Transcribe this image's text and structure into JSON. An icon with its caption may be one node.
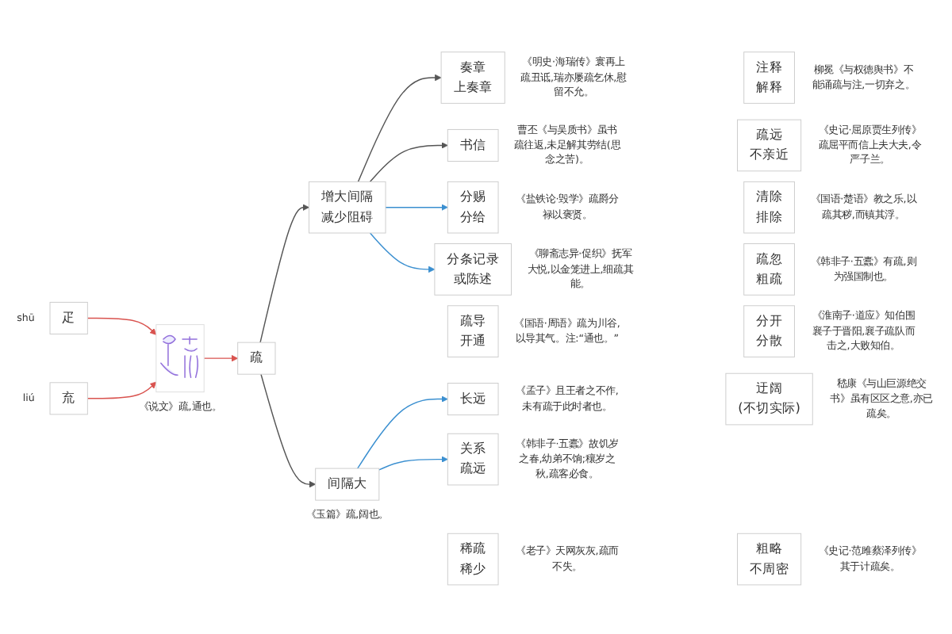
{
  "diagram": {
    "nodes": [
      {
        "text": [
          "疋"
        ],
        "beside": [
          "shū"
        ]
      },
      {
        "text": [
          "㐬"
        ],
        "beside": [
          "liú"
        ]
      },
      {
        "text": [],
        "shape": "picture",
        "beside": [
          "《说文》疏,通也。"
        ]
      },
      {
        "text": [
          "疏"
        ]
      },
      {
        "text": [
          "增大间隔",
          "减少阻碍"
        ]
      },
      {
        "text": [
          "间隔大"
        ],
        "beside": [
          "《玉篇》疏,阔也。"
        ]
      },
      {
        "text": [
          "疏导",
          "开通"
        ],
        "beside": [
          "《国语·周语》疏为川谷,以导其气。注:“通也。”"
        ]
      },
      {
        "text": [
          "分开",
          "分散"
        ],
        "beside": [
          "《淮南子·道应》知伯围襄子于晋阳,襄子疏队而击之,大败知伯。"
        ]
      },
      {
        "text": [
          "分赐",
          "分给"
        ],
        "beside": [
          "《盐铁论·毁学》疏爵分禄以褒贤。"
        ]
      },
      {
        "text": [
          "清除",
          "排除"
        ],
        "beside": [
          "《国语·楚语》教之乐,以疏其秽,而镇其浮。"
        ]
      },
      {
        "text": [
          "分条记录",
          "或陈述"
        ],
        "beside": [
          "《聊斋志异·促织》抚军大悦,以金笼进上,细疏其能。"
        ]
      },
      {
        "text": [
          "疏忽",
          "粗疏"
        ],
        "beside": [
          "《韩非子·五蠹》有疏,则为强国制也。"
        ]
      },
      {
        "text": [
          "注释",
          "解释"
        ],
        "beside": [
          "柳冕《与权德舆书》不能诵疏与注,一切弃之。"
        ]
      },
      {
        "text": [
          "疏远",
          "不亲近"
        ],
        "beside": [
          "《史记·屈原贾生列传》疏屈平而信上夫大夫,令严子兰。"
        ]
      },
      {
        "text": [
          "奏章",
          "上奏章"
        ],
        "beside": [
          "《明史·海瑞传》寰再上疏丑诋,瑞亦屡疏乞休,慰留不允。"
        ]
      },
      {
        "text": [
          "书信"
        ],
        "beside": [
          "曹丕《与吴质书》虽书疏往返,未足解其劳结(思念之苦)。"
        ]
      },
      {
        "text": [
          "稀疏",
          "稀少"
        ],
        "beside": [
          "《老子》天网灰灰,疏而不失。"
        ]
      },
      {
        "text": [
          "粗略",
          "不周密"
        ],
        "beside": [
          "《史记·范雎蔡泽列传》其于计疏矣。"
        ]
      },
      {
        "text": [
          "长远"
        ],
        "beside": [
          "《孟子》且王者之不作,未有疏于此时者也。"
        ]
      },
      {
        "text": [
          "迂阔",
          "(不切实际)"
        ],
        "beside": [
          "嵇康《与山巨源绝交书》虽有区区之意,亦已疏矣。"
        ]
      },
      {
        "text": [
          "关系",
          "疏远"
        ],
        "beside": [
          "《韩非子·五蠹》故饥岁之春,幼弟不饷;穰岁之秋,疏客必食。"
        ]
      }
    ],
    "edges": [
      {
        "from": 0,
        "to": 2,
        "arrow": "to",
        "color": "#d9534f"
      },
      {
        "from": 1,
        "to": 2,
        "arrow": "to",
        "color": "#d9534f"
      },
      {
        "from": 2,
        "to": 3,
        "arrow": "to",
        "color": "#d9534f"
      },
      {
        "from": 3,
        "to": 4,
        "arrow": "to"
      },
      {
        "from": 3,
        "to": 5,
        "arrow": "to"
      },
      {
        "from": 4,
        "to": 14,
        "arrow": "to"
      },
      {
        "from": 4,
        "to": 15,
        "arrow": "to"
      },
      {
        "from": 4,
        "to": 8,
        "arrow": "to",
        "color": "#3a8fd0"
      },
      {
        "from": 4,
        "to": 10,
        "arrow": "to",
        "color": "#3a8fd0"
      },
      {
        "from": 5,
        "to": 18,
        "arrow": "to",
        "color": "#3a8fd0"
      },
      {
        "from": 5,
        "to": 20,
        "arrow": "to",
        "color": "#3a8fd0"
      }
    ]
  }
}
